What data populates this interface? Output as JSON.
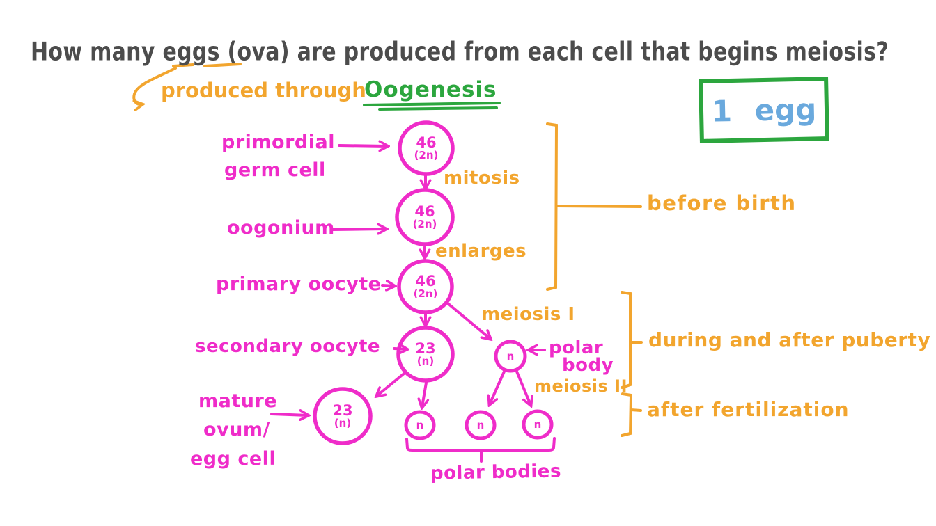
{
  "title": {
    "text": "How many eggs (ova) are produced from each cell that begins meiosis?"
  },
  "subtitle": {
    "prefix": "produced through",
    "term": "Oogenesis"
  },
  "answer": {
    "text": "1 egg"
  },
  "colors": {
    "ink": "#4c4c4c",
    "magenta": "#ef2cc9",
    "orange": "#f2a52e",
    "green": "#2ca63e",
    "blue": "#6aa9dd"
  },
  "cells": {
    "primordial": {
      "value": "46",
      "ploidy": "(2n)"
    },
    "oogonium": {
      "value": "46",
      "ploidy": "(2n)"
    },
    "primary_oocyte": {
      "value": "46",
      "ploidy": "(2n)"
    },
    "secondary_oocyte": {
      "value": "23",
      "ploidy": "(n)"
    },
    "first_polar_body": {
      "value": "n"
    },
    "mature_ovum": {
      "value": "23",
      "ploidy": "(n)"
    },
    "polar_body_a": {
      "value": "n"
    },
    "polar_body_b": {
      "value": "n"
    },
    "polar_body_c": {
      "value": "n"
    }
  },
  "stage_labels": {
    "primordial_line1": "primordial",
    "primordial_line2": "germ cell",
    "oogonium": "oogonium",
    "primary_oocyte": "primary oocyte",
    "secondary_oocyte": "secondary oocyte",
    "mature_line1": "mature",
    "mature_line2": "ovum/",
    "mature_line3": "egg cell",
    "polar_body_line1": "polar",
    "polar_body_line2": "body",
    "polar_bodies": "polar bodies"
  },
  "process_labels": {
    "mitosis": "mitosis",
    "enlarges": "enlarges",
    "meiosis_1": "meiosis I",
    "meiosis_2": "meiosis II"
  },
  "phase_labels": {
    "before_birth": "before birth",
    "during_after_puberty": "during and after puberty",
    "after_fertilization": "after fertilization"
  }
}
